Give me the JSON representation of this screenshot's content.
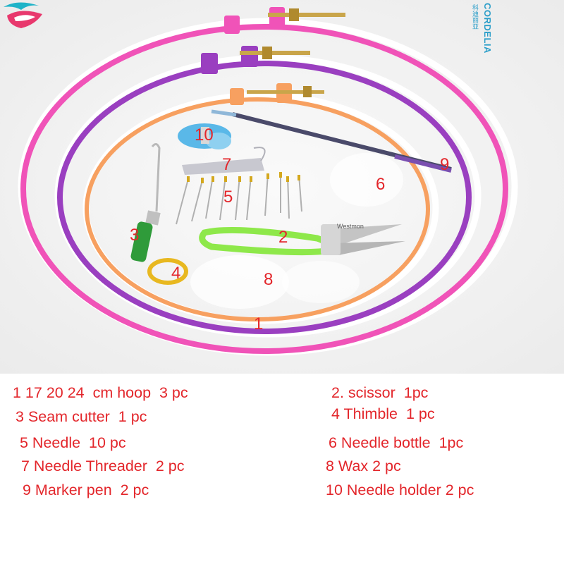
{
  "brand": {
    "name": "CORDELIA",
    "cjk": "科迪丽亚",
    "colors": {
      "text": "#2b9ec9",
      "logo_teal": "#1fb3c8",
      "logo_pink": "#e8386d"
    }
  },
  "photo_labels": [
    "10",
    "7",
    "9",
    "6",
    "5",
    "3",
    "2",
    "4",
    "8",
    "1"
  ],
  "scissor_brand": "Westmon",
  "legend": [
    "1 17 20 24  cm hoop  3 pc",
    "2. scissor  1pc",
    "3 Seam cutter  1 pc",
    "4 Thimble  1 pc",
    "5 Needle  10 pc",
    "6 Needle bottle  1pc",
    "7 Needle Threader  2 pc",
    "8 Wax 2 pc",
    "9 Marker pen  2 pc",
    "10 Needle holder 2 pc"
  ],
  "colors": {
    "label_red": "#e3262b",
    "hoop_pink": "#f053b8",
    "hoop_purple": "#9a3fc0",
    "hoop_orange": "#f7a060",
    "seam_cutter_green": "#2f9b3a",
    "scissor_handle": "#8ee84a",
    "thimble_gold": "#e8b820",
    "holder_blue": "#5ab8e8"
  }
}
